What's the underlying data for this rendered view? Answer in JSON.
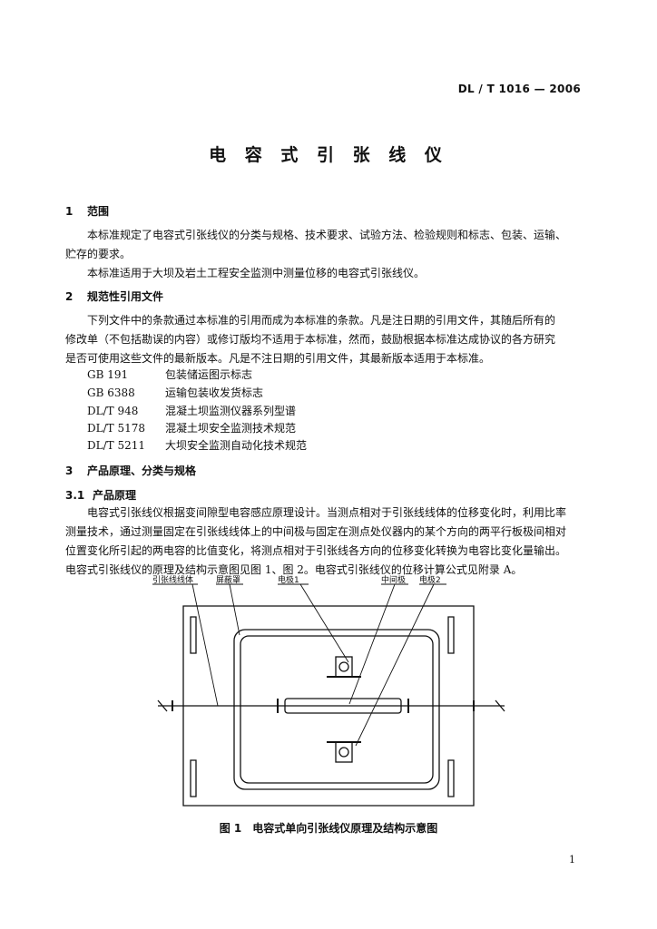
{
  "header": {
    "standard_code": "DL / T 1016 — 2006"
  },
  "title": "电 容 式 引 张 线 仪",
  "sections": {
    "s1": {
      "number": "1",
      "heading": "范围",
      "p1_line1": "本标准规定了电容式引张线仪的分类与规格、技术要求、试验方法、检验规则和标志、包装、运输、",
      "p1_line2": "贮存的要求。",
      "p2": "本标准适用于大坝及岩土工程安全监测中测量位移的电容式引张线仪。"
    },
    "s2": {
      "number": "2",
      "heading": "规范性引用文件",
      "p1_line1": "下列文件中的条款通过本标准的引用而成为本标准的条款。凡是注日期的引用文件，其随后所有的",
      "p1_line2": "修改单（不包括勘误的内容）或修订版均不适用于本标准，然而，鼓励根据本标准达成协议的各方研究",
      "p1_line3": "是否可使用这些文件的最新版本。凡是不注日期的引用文件，其最新版本适用于本标准。",
      "refs": [
        {
          "code": "GB 191",
          "title": "包装储运图示标志"
        },
        {
          "code": "GB 6388",
          "title": "运输包装收发货标志"
        },
        {
          "code": "DL/T 948",
          "title": "混凝土坝监测仪器系列型谱"
        },
        {
          "code": "DL/T 5178",
          "title": "混凝土坝安全监测技术规范"
        },
        {
          "code": "DL/T 5211",
          "title": "大坝安全监测自动化技术规范"
        }
      ]
    },
    "s3": {
      "number": "3",
      "heading": "产品原理、分类与规格",
      "sub": {
        "number": "3.1",
        "heading": "产品原理",
        "line1": "电容式引张线仪根据变间隙型电容感应原理设计。当测点相对于引张线线体的位移变化时，利用比率",
        "line2": "测量技术，通过测量固定在引张线线体上的中间极与固定在测点处仪器内的某个方向的两平行板极间相对",
        "line3": "位置变化所引起的两电容的比值变化，将测点相对于引张线各方向的位移变化转换为电容比变化量输出。",
        "line4": "电容式引张线仪的原理及结构示意图见图 1、图 2。电容式引张线仪的位移计算公式见附录 A。"
      }
    }
  },
  "figure": {
    "labels": {
      "wire": "引张线线体",
      "shield": "屏蔽罩",
      "electrode1": "电极1",
      "middle_pole": "中间极",
      "electrode2": "电极2"
    },
    "caption_no": "图 1",
    "caption_text": "电容式单向引张线仪原理及结构示意图"
  },
  "page_number": "1"
}
